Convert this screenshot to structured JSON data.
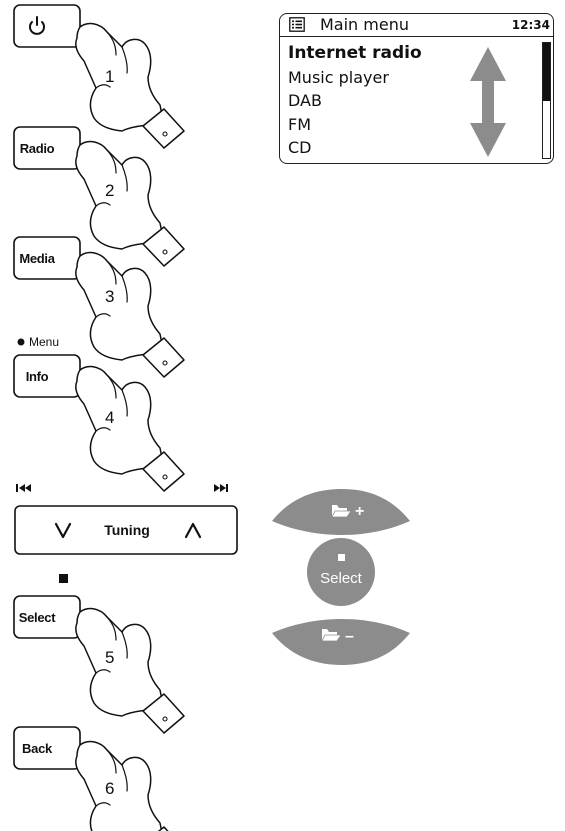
{
  "steps": [
    {
      "button": "power",
      "label": "",
      "number": "1",
      "icon": "power-icon"
    },
    {
      "button": "radio",
      "label": "Radio",
      "number": "2"
    },
    {
      "button": "media",
      "label": "Media",
      "number": "3"
    },
    {
      "button": "info",
      "label": "Info",
      "number": "4",
      "caption": "Menu"
    },
    {
      "button": "select",
      "label": "Select",
      "number": "5"
    },
    {
      "button": "back",
      "label": "Back",
      "number": "6"
    }
  ],
  "tuning_bar": {
    "label": "Tuning",
    "down_symbol": "∨",
    "up_symbol": "∧",
    "left_icon": "skip-back-icon",
    "right_icon": "skip-forward-icon"
  },
  "stop_icon": "stop-icon",
  "display": {
    "title": "Main menu",
    "clock": "12:34",
    "title_icon": "menu-list-icon",
    "items": [
      {
        "label": "Internet radio",
        "selected": true
      },
      {
        "label": "Music player",
        "selected": false
      },
      {
        "label": "DAB",
        "selected": false
      },
      {
        "label": "FM",
        "selected": false
      },
      {
        "label": "CD",
        "selected": false
      }
    ],
    "scroll_position": 0.0,
    "scroll_extent": 0.5
  },
  "knob_controls": {
    "top": {
      "symbol": "+",
      "icon": "folder-plus-icon"
    },
    "center": {
      "label": "Select",
      "icon": "stop-icon"
    },
    "bottom": {
      "symbol": "–",
      "icon": "folder-minus-icon"
    }
  },
  "colors": {
    "knob_gray": "#8c8c8c",
    "outline": "#111111"
  }
}
